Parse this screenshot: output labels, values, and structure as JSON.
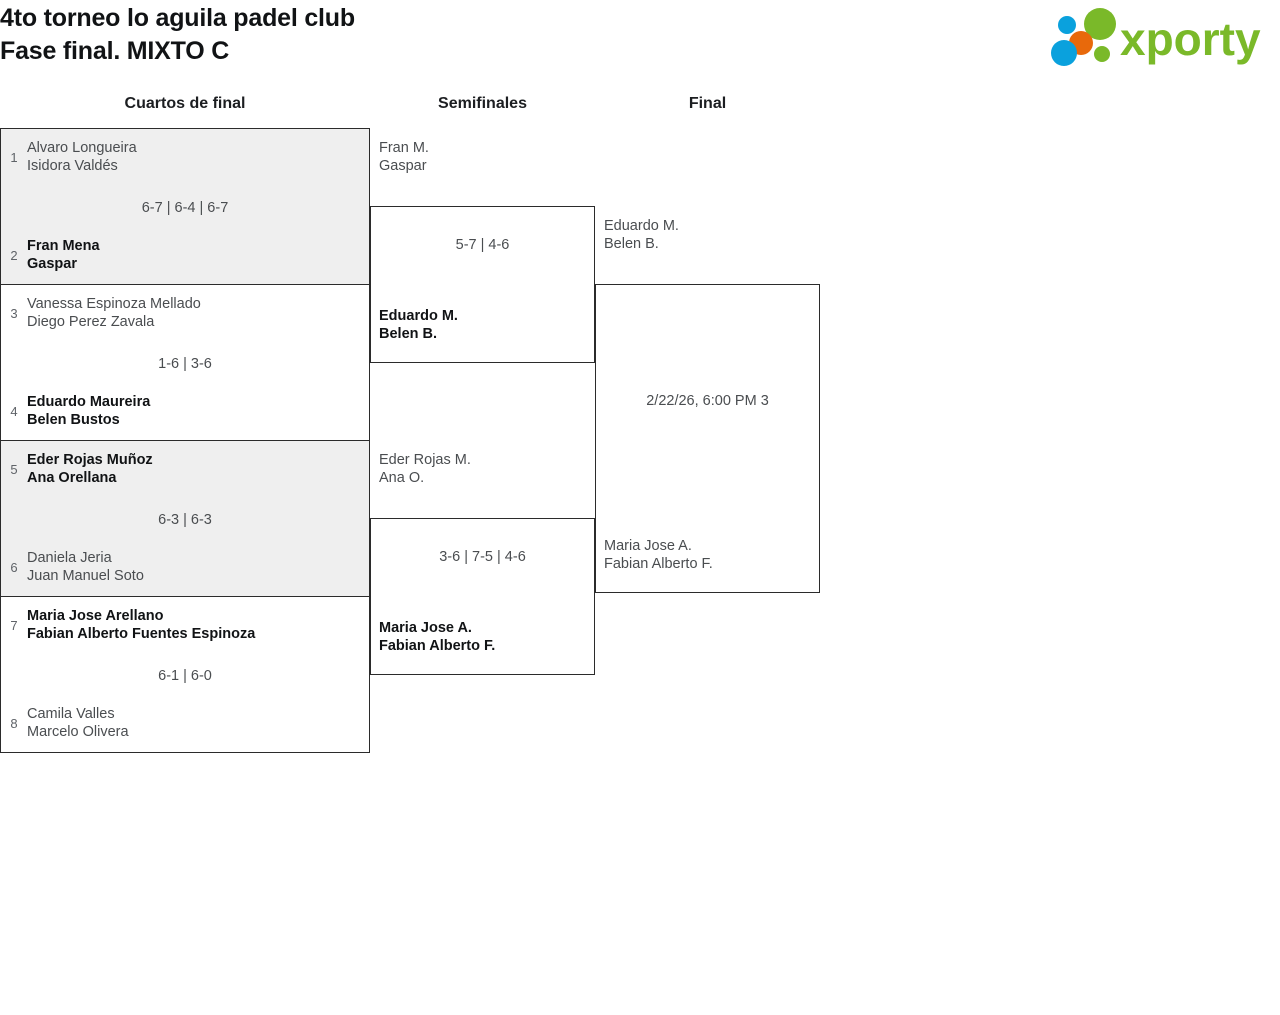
{
  "header": {
    "title_line1": "4to torneo lo aguila padel club",
    "title_line2": "Fase final. MIXTO C",
    "logo_text": "xporty",
    "logo_colors": {
      "green": "#7ab929",
      "orange": "#e8690b",
      "blue": "#0aa1dd"
    }
  },
  "rounds": [
    {
      "key": "qf",
      "label": "Cuartos de final"
    },
    {
      "key": "sf",
      "label": "Semifinales"
    },
    {
      "key": "f",
      "label": "Final"
    }
  ],
  "bracket": {
    "quarterfinals": [
      {
        "shaded": true,
        "score": "6-7 | 6-4 | 6-7",
        "top": {
          "seed": "1",
          "player1": "Alvaro Longueira",
          "player2": "Isidora Valdés",
          "winner": false
        },
        "bottom": {
          "seed": "2",
          "player1": "Fran Mena",
          "player2": "Gaspar",
          "winner": true
        }
      },
      {
        "shaded": false,
        "score": "1-6 | 3-6",
        "top": {
          "seed": "3",
          "player1": "Vanessa Espinoza Mellado",
          "player2": "Diego Perez Zavala",
          "winner": false
        },
        "bottom": {
          "seed": "4",
          "player1": "Eduardo Maureira",
          "player2": "Belen Bustos",
          "winner": true
        }
      },
      {
        "shaded": true,
        "score": "6-3 | 6-3",
        "top": {
          "seed": "5",
          "player1": "Eder Rojas Muñoz",
          "player2": "Ana Orellana",
          "winner": true
        },
        "bottom": {
          "seed": "6",
          "player1": "Daniela Jeria",
          "player2": "Juan Manuel Soto",
          "winner": false
        }
      },
      {
        "shaded": false,
        "score": "6-1 | 6-0",
        "top": {
          "seed": "7",
          "player1": "Maria Jose Arellano",
          "player2": "Fabian Alberto Fuentes Espinoza",
          "winner": true
        },
        "bottom": {
          "seed": "8",
          "player1": "Camila Valles",
          "player2": "Marcelo Olivera",
          "winner": false
        }
      }
    ],
    "semifinals": [
      {
        "score": "5-7 | 4-6",
        "top": {
          "player1": "Fran M.",
          "player2": "Gaspar",
          "winner": false
        },
        "bottom": {
          "player1": "Eduardo M.",
          "player2": "Belen B.",
          "winner": true
        }
      },
      {
        "score": "3-6 | 7-5 | 4-6",
        "top": {
          "player1": "Eder Rojas M.",
          "player2": "Ana O.",
          "winner": false
        },
        "bottom": {
          "player1": "Maria Jose A.",
          "player2": "Fabian Alberto F.",
          "winner": true
        }
      }
    ],
    "final": {
      "score": "2/22/26, 6:00 PM 3",
      "top": {
        "player1": "Eduardo M.",
        "player2": "Belen B.",
        "winner": false
      },
      "bottom": {
        "player1": "Maria Jose A.",
        "player2": "Fabian Alberto F.",
        "winner": false
      }
    }
  }
}
